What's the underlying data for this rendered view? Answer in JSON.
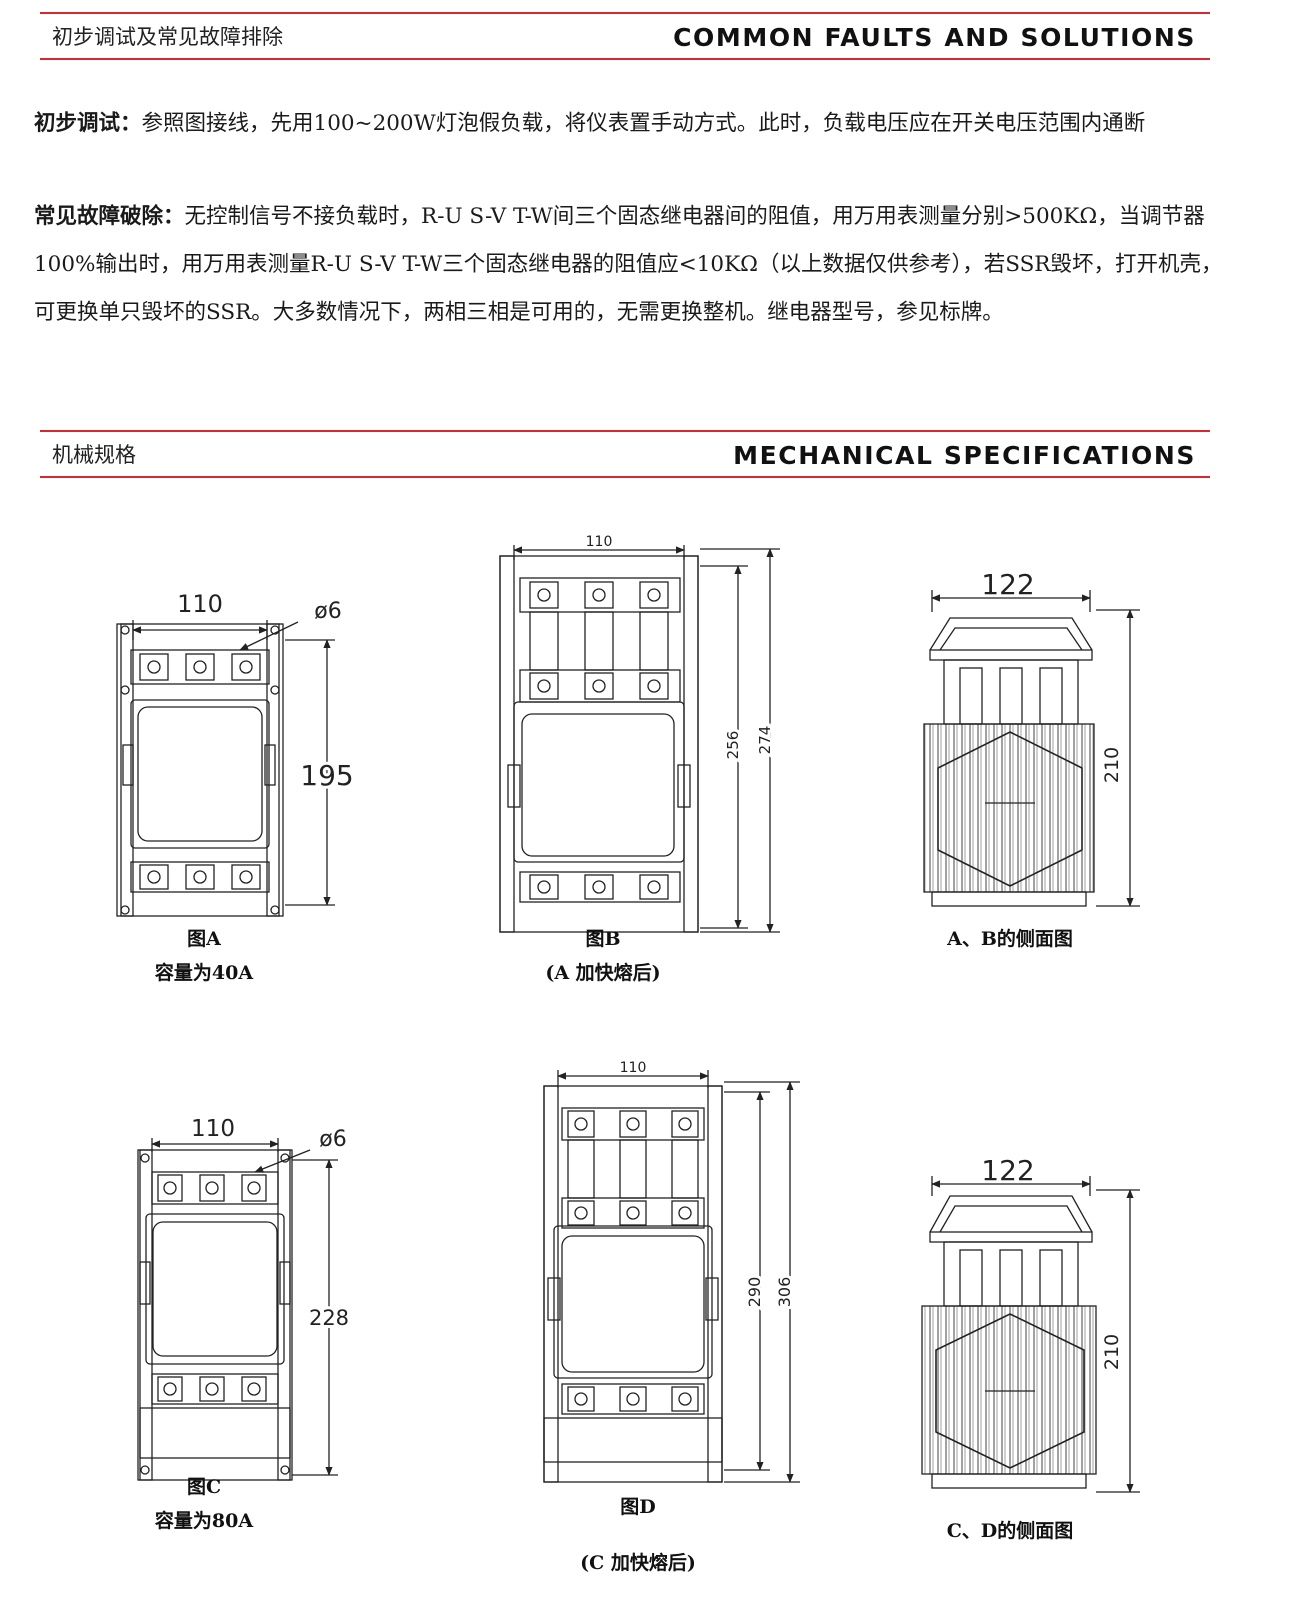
{
  "section1": {
    "title_cn": "初步调试及常见故障排除",
    "title_en": "COMMON FAULTS AND SOLUTIONS"
  },
  "para1": {
    "label": "初步调试：",
    "text": "参照图接线，先用100~200W灯泡假负载，将仪表置手动方式。此时，负载电压应在开关电压范围内通断"
  },
  "para2": {
    "label": "常见故障破除：",
    "text": "无控制信号不接负载时，R-U S-V T-W间三个固态继电器间的阻值，用万用表测量分别>500KΩ，当调节器100%输出时，用万用表测量R-U S-V T-W三个固态继电器的阻值应<10KΩ（以上数据仅供参考），若SSR毁坏，打开机壳，可更换单只毁坏的SSR。大多数情况下，两相三相是可用的，无需更换整机。继电器型号，参见标牌。"
  },
  "section2": {
    "title_cn": "机械规格",
    "title_en": "MECHANICAL SPECIFICATIONS"
  },
  "figures": {
    "a": {
      "width": "110",
      "hole": "ø6",
      "height": "195",
      "caption": "图A",
      "subcaption": "容量为40A"
    },
    "b": {
      "width": "110",
      "inner": "256",
      "outer": "274",
      "caption": "图B",
      "subcaption": "(A 加快熔后)"
    },
    "ab_side": {
      "width": "122",
      "height": "210",
      "caption": "A、B的侧面图"
    },
    "c": {
      "width": "110",
      "hole": "ø6",
      "height": "228",
      "caption": "图C",
      "subcaption": "容量为80A"
    },
    "d": {
      "width": "110",
      "inner": "290",
      "outer": "306",
      "caption": "图D",
      "subcaption": "(C 加快熔后)"
    },
    "cd_side": {
      "width": "122",
      "height": "210",
      "caption": "C、D的侧面图"
    }
  }
}
